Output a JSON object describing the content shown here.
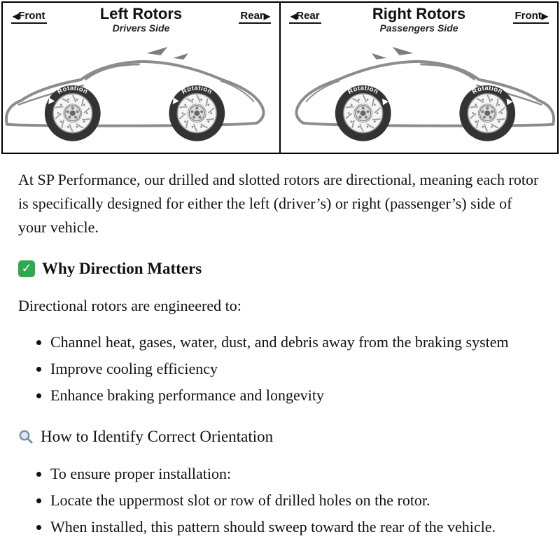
{
  "diagram": {
    "rotation_label": "Rotation",
    "left_panel": {
      "direction_left": "Front",
      "title": "Left Rotors",
      "subtitle": "Drivers Side",
      "direction_right": "Rear"
    },
    "right_panel": {
      "direction_left": "Rear",
      "title": "Right Rotors",
      "subtitle": "Passengers Side",
      "direction_right": "Front"
    }
  },
  "article": {
    "intro": "At SP Performance, our drilled and slotted rotors are directional, meaning each rotor is specifically designed for either the left (driver’s) or right (passenger’s) side of your vehicle.",
    "sections": [
      {
        "icon": "green-checkmark-icon",
        "heading": "Why Direction Matters",
        "lead": "Directional rotors are engineered to:",
        "bullets": [
          "Channel heat, gases, water, dust, and debris away from the braking system",
          "Improve cooling efficiency",
          "Enhance braking performance and longevity"
        ]
      },
      {
        "icon": "magnifier-icon",
        "heading": "How to Identify Correct Orientation",
        "bullets": [
          "To ensure proper installation:",
          "Locate the uppermost slot or row of drilled holes on the rotor.",
          "When installed, this pattern should sweep toward the rear of the vehicle."
        ]
      }
    ]
  }
}
